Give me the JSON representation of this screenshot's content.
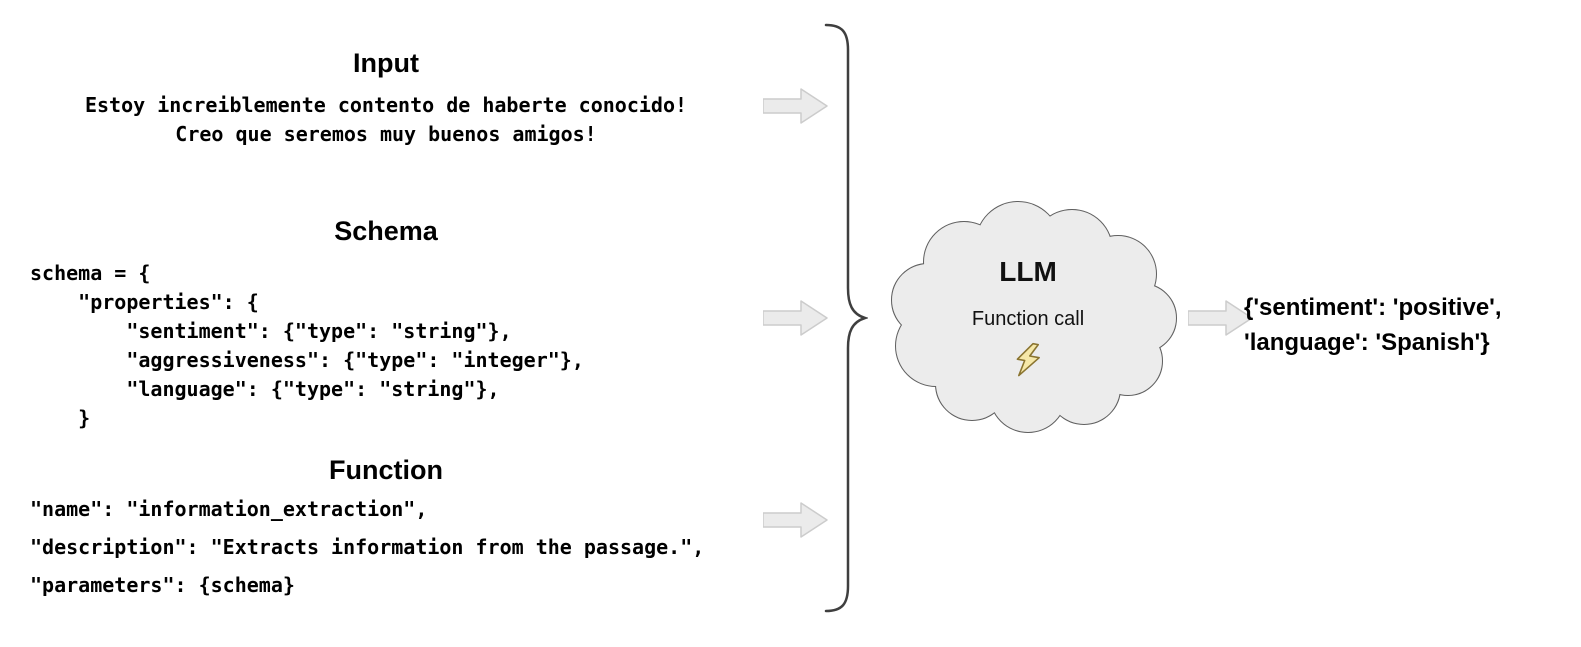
{
  "input": {
    "title": "Input",
    "lines": [
      "Estoy increiblemente contento de haberte conocido!",
      "Creo que seremos muy buenos amigos!"
    ]
  },
  "schema": {
    "title": "Schema",
    "code_lines": [
      "schema = {",
      "    \"properties\": {",
      "        \"sentiment\": {\"type\": \"string\"},",
      "        \"aggressiveness\": {\"type\": \"integer\"},",
      "        \"language\": {\"type\": \"string\"},",
      "    }"
    ]
  },
  "function": {
    "title": "Function",
    "lines": [
      "\"name\": \"information_extraction\",",
      "\"description\": \"Extracts information from the passage.\",",
      "\"parameters\": {schema}"
    ]
  },
  "llm": {
    "title": "LLM",
    "subtitle": "Function call"
  },
  "output": {
    "lines": [
      "{'sentiment': 'positive',",
      "'language': 'Spanish'}"
    ]
  },
  "icons": {
    "arrow": "right-block-arrow",
    "bolt": "lightning-bolt",
    "brace": "right-curly-brace",
    "cloud": "llm-cloud-shape"
  },
  "colors": {
    "background": "#ffffff",
    "text": "#000000",
    "arrow_fill": "#ebebeb",
    "arrow_border": "#cccccc",
    "cloud_fill": "#ececec",
    "cloud_border": "#5f5f5f",
    "brace_stroke": "#3f3f3f",
    "bolt_fill": "#f6e8a8",
    "bolt_border": "#8a7430"
  }
}
